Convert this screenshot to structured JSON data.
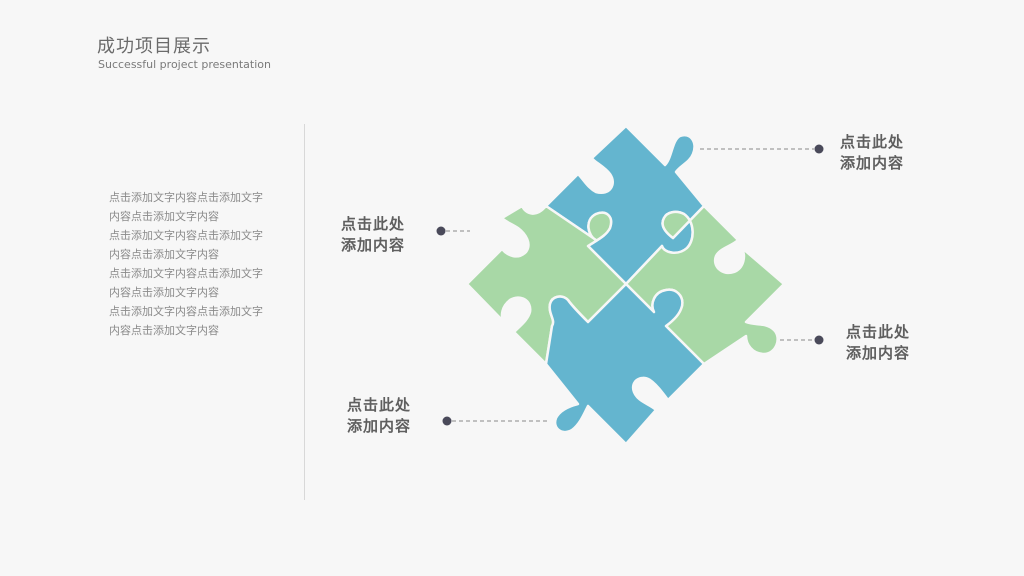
{
  "header": {
    "title": "成功项目展示",
    "subtitle": "Successful project presentation"
  },
  "paragraphs": [
    "点击添加文字内容点击添加文字内容点击添加文字内容",
    "点击添加文字内容点击添加文字内容点击添加文字内容",
    "点击添加文字内容点击添加文字内容点击添加文字内容",
    "点击添加文字内容点击添加文字内容点击添加文字内容"
  ],
  "callouts": {
    "top_right": "点击此处\n添加内容",
    "left": "点击此处\n添加内容",
    "right": "点击此处\n添加内容",
    "bottom": "点击此处\n添加内容"
  },
  "colors": {
    "blue": "#64b5cf",
    "green": "#a8d8a6",
    "line": "#8a8a8a",
    "dot": "#4a4a5a"
  }
}
